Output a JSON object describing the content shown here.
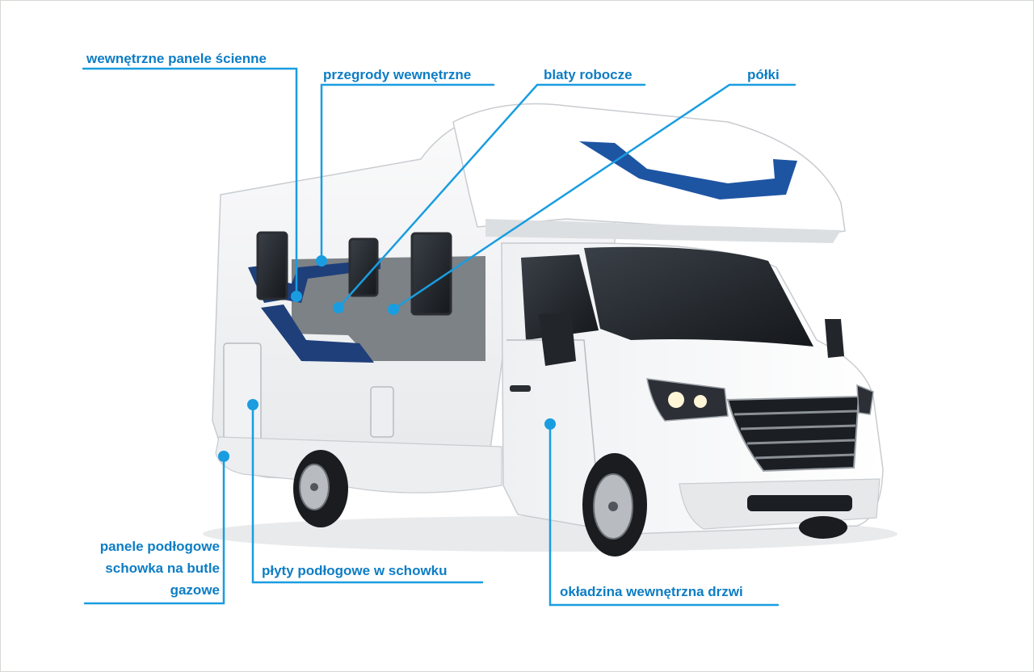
{
  "colors": {
    "accent": "#1a9de0",
    "label_text": "#0d7dc4",
    "stripe_navy": "#1e3f7a",
    "stripe_grey": "#7d8286",
    "body_white": "#f4f5f6"
  },
  "vehicle": {
    "name": "camper-van-motorhome"
  },
  "callouts": [
    {
      "id": "wall-panels",
      "text": "wewnętrzne panele ścienne"
    },
    {
      "id": "partitions",
      "text": "przegrody wewnętrzne"
    },
    {
      "id": "worktops",
      "text": "blaty robocze"
    },
    {
      "id": "shelves",
      "text": "półki"
    },
    {
      "id": "gas-locker-floor",
      "text": "panele podłogowe schowka na butle gazowe"
    },
    {
      "id": "locker-floor-boards",
      "text": "płyty podłogowe w schowku"
    },
    {
      "id": "door-lining",
      "text": "okładzina wewnętrzna drzwi"
    }
  ]
}
